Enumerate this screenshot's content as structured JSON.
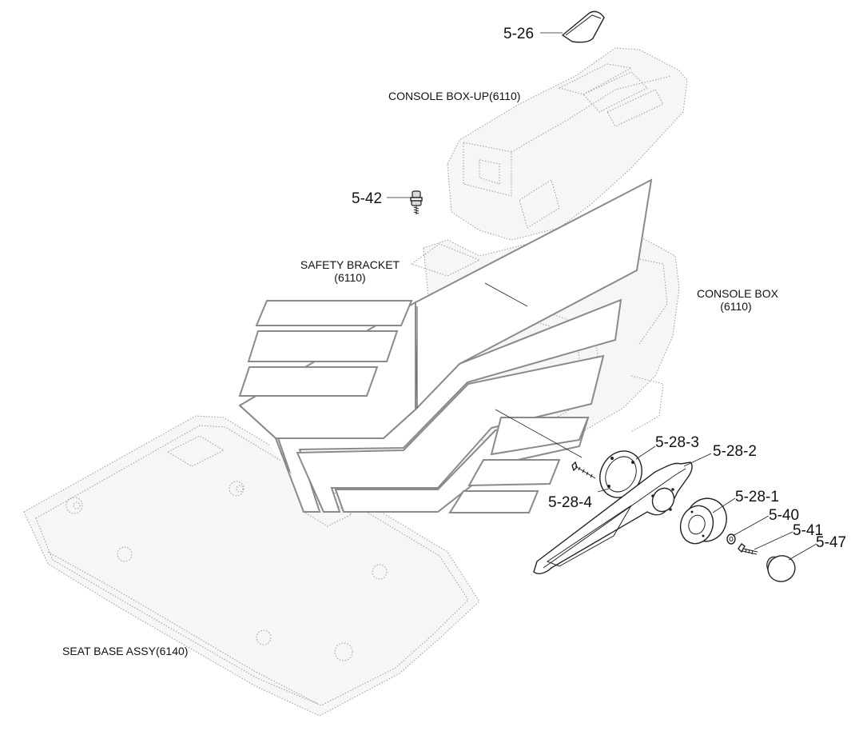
{
  "diagram": {
    "assemblies": {
      "console_box_up": "CONSOLE BOX-UP(6110)",
      "safety_bracket_line1": "SAFETY BRACKET",
      "safety_bracket_line2": "(6110)",
      "console_box_line1": "CONSOLE BOX",
      "console_box_line2": "(6110)",
      "seat_base": "SEAT BASE ASSY(6140)"
    },
    "callouts": {
      "c5_26": "5-26",
      "c5_42": "5-42",
      "c5_28_3": "5-28-3",
      "c5_28_2": "5-28-2",
      "c5_28_4": "5-28-4",
      "c5_28_1": "5-28-1",
      "c5_40": "5-40",
      "c5_41": "5-41",
      "c5_47": "5-47"
    }
  }
}
